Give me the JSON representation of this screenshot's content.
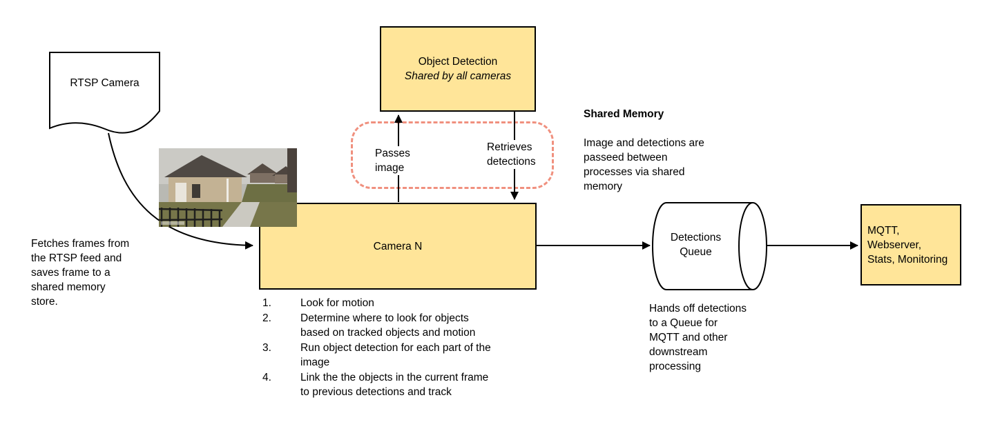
{
  "colors": {
    "node_fill": "#ffe599",
    "node_border": "#000000",
    "shared_memory_dash": "#f0907e",
    "background": "#ffffff"
  },
  "nodes": {
    "rtsp_camera": {
      "label": "RTSP Camera"
    },
    "object_detection": {
      "title": "Object Detection",
      "subtitle": "Shared by all cameras"
    },
    "camera_n": {
      "label": "Camera N"
    },
    "detections_queue": {
      "label": "Detections\nQueue"
    },
    "outputs": {
      "label": "MQTT, Webserver,\nStats, Monitoring"
    }
  },
  "edge_labels": {
    "passes_image": "Passes\nimage",
    "retrieves_detections": "Retrieves\ndetections"
  },
  "notes": {
    "shared_memory": {
      "title": "Shared Memory",
      "body": "Image and detections are\npasseed between\nprocesses via shared\nmemory"
    },
    "fetch": "Fetches frames from\nthe RTSP feed and\nsaves frame to a\nshared memory\nstore.",
    "queue_handoff": "Hands off detections\nto a Queue for\nMQTT and other\ndownstream\nprocessing"
  },
  "camera_steps": [
    {
      "num": "1.",
      "text": "Look for motion"
    },
    {
      "num": "2.",
      "text": "Determine where to look for objects\nbased on tracked objects and motion"
    },
    {
      "num": "3.",
      "text": "Run object detection for each part of the\nimage"
    },
    {
      "num": "4.",
      "text": "Link the the objects in the current frame\nto previous detections and track"
    }
  ]
}
